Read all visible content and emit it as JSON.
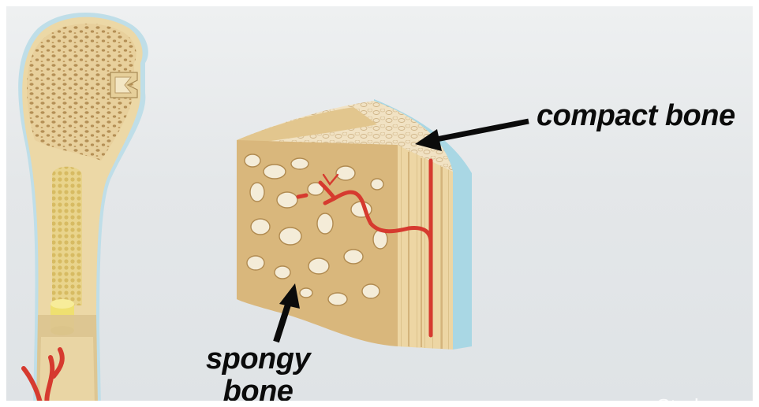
{
  "labels": {
    "compact_bone": "compact bone",
    "spongy_bone_line1": "spongy",
    "spongy_bone_line2": "bone"
  },
  "watermark": {
    "symbol": "©",
    "text": "Study"
  },
  "colors": {
    "bone": "#ecd8a6",
    "bone_dark": "#c9a66c",
    "marrow": "#dcc37a",
    "periosteum": "#a9d7e4",
    "blood_vessel": "#d63a2f",
    "arrow": "#0b0b0b",
    "background": "#e6e9eb"
  }
}
